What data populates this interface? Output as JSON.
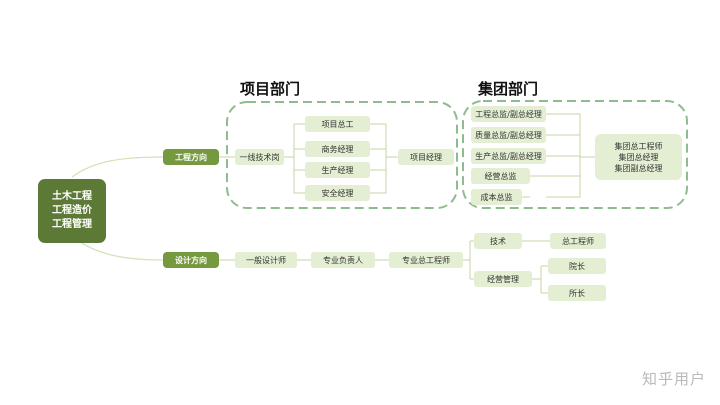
{
  "sections": {
    "project": "项目部门",
    "group": "集团部门"
  },
  "root": [
    "土木工程",
    "工程造价",
    "工程管理"
  ],
  "engineering": {
    "direction": "工程方向",
    "tech_post": "一线技术岗",
    "tech_roles": [
      "项目总工",
      "商务经理",
      "生产经理",
      "安全经理"
    ],
    "project_manager": "项目经理",
    "group_roles": [
      "工程总监/副总经理",
      "质量总监/副总经理",
      "生产总监/副总经理",
      "经营总监",
      "成本总监"
    ],
    "group_top": [
      "集团总工程师",
      "集团总经理",
      "集团副总经理"
    ]
  },
  "design": {
    "direction": "设计方向",
    "designer": "一般设计师",
    "lead": "专业负责人",
    "chief": "专业总工程师",
    "tech": "技术",
    "tech_chief": "总工程师",
    "mgmt": "经营管理",
    "mgmt_roles": [
      "院长",
      "所长"
    ]
  },
  "watermark": "知乎用户"
}
